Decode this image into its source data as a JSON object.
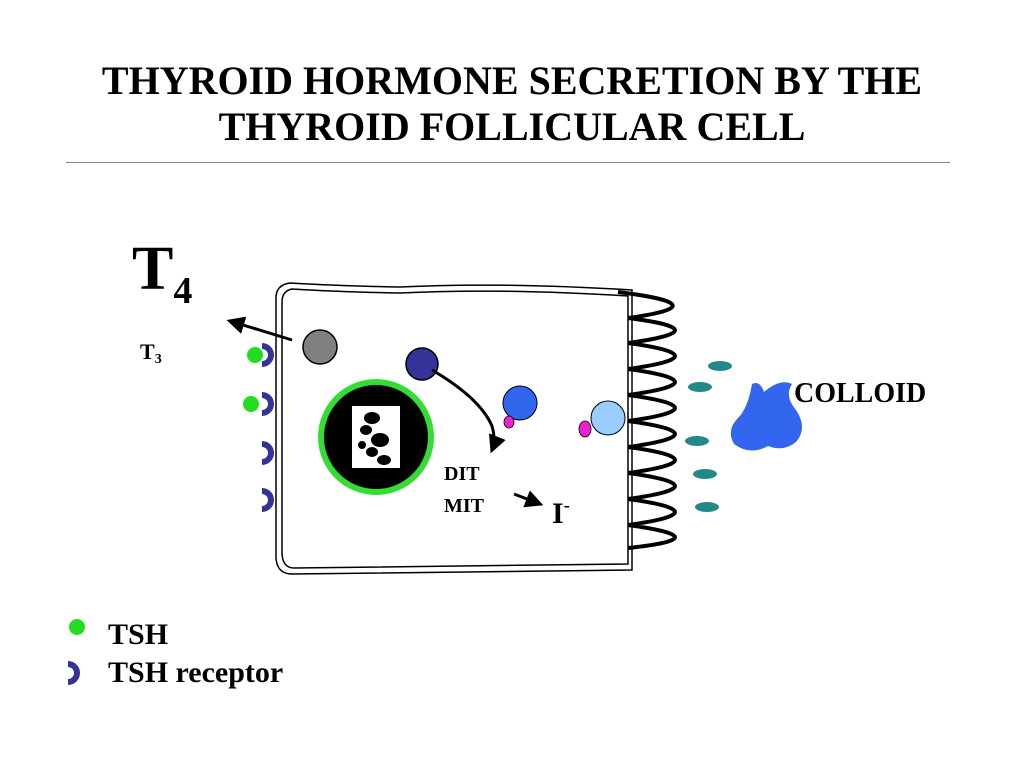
{
  "title": {
    "line1": "THYROID HORMONE SECRETION BY THE",
    "line2": "THYROID FOLLICULAR CELL"
  },
  "diagram": {
    "t4_label": "T",
    "t4_sub": "4",
    "t3_label": "T",
    "t3_sub": "3",
    "colloid_label": "COLLOID",
    "dit_label": "DIT",
    "mit_label": "MIT",
    "iodide_label": "I",
    "iodide_sup": "-"
  },
  "legend": {
    "tsh_label": "TSH",
    "receptor_label": "TSH receptor"
  },
  "colors": {
    "tsh": "#22dd22",
    "receptor": "#333399",
    "nucleus_ring": "#33dd33",
    "colloid": "#3366ee",
    "microvilli_dots": "#228888",
    "vesicle_gray": "#808080",
    "vesicle_navy": "#333399",
    "vesicle_blue": "#3366ee",
    "vesicle_lightblue": "#99ccff",
    "vesicle_magenta": "#ee22cc"
  }
}
